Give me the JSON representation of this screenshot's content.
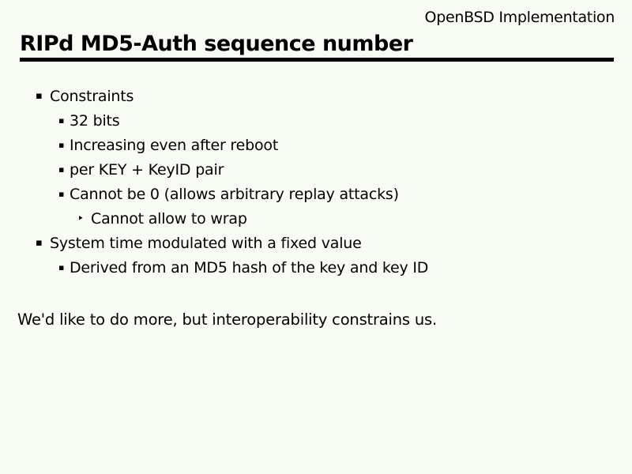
{
  "slide": {
    "header_right": "OpenBSD Implementation",
    "title": "RIPd MD5-Auth sequence number",
    "bullets": [
      {
        "level": 1,
        "text": "Constraints"
      },
      {
        "level": 2,
        "text": "32 bits"
      },
      {
        "level": 2,
        "text": "Increasing even after reboot"
      },
      {
        "level": 2,
        "text": "per KEY + KeyID pair"
      },
      {
        "level": 2,
        "text": "Cannot be 0 (allows arbitrary replay attacks)"
      },
      {
        "level": 3,
        "text": "Cannot allow to wrap"
      },
      {
        "level": 1,
        "text": "System time modulated with a fixed value"
      },
      {
        "level": 2,
        "text": "Derived from an MD5 hash of the key and key ID"
      }
    ],
    "footer_text": "We'd like to do more, but interoperability constrains us.",
    "bullet_glyphs": {
      "level1": "▪",
      "level2": "▪",
      "level3": "‣"
    },
    "colors": {
      "background": "#f7fbf3",
      "text": "#000000",
      "rule": "#000000"
    }
  }
}
